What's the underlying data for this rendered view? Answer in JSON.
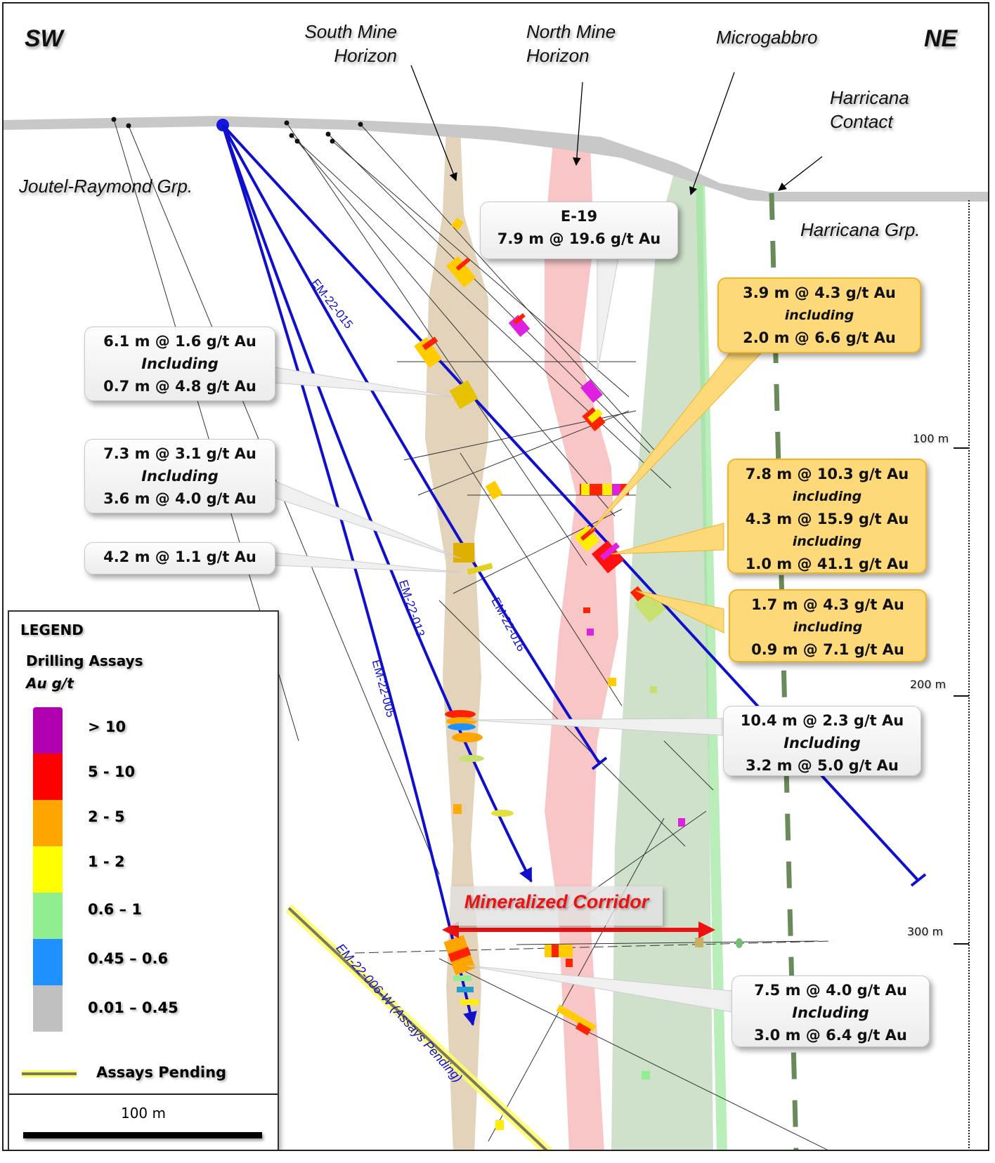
{
  "directions": {
    "left": "SW",
    "right": "NE"
  },
  "geology_labels": {
    "south_mine": [
      "South Mine",
      "Horizon"
    ],
    "north_mine": [
      "North Mine",
      "Horizon"
    ],
    "microgabbro": "Microgabbro",
    "harricana_contact": [
      "Harricana",
      "Contact"
    ],
    "joutel_raymond": "Joutel-Raymond Grp.",
    "harricana_grp": "Harricana Grp."
  },
  "drill_holes": [
    {
      "id": "EM-22-015",
      "label": "EM-22-015",
      "status": "assayed"
    },
    {
      "id": "EM-22-016",
      "label": "EM-22-016",
      "status": "assayed"
    },
    {
      "id": "EM-22-013",
      "label": "EM-22-013",
      "status": "assayed"
    },
    {
      "id": "EM-22-005",
      "label": "EM-22-005",
      "status": "assayed"
    },
    {
      "id": "EM-22-006-W",
      "label": "EM-22-006-W (Assays Pending)",
      "status": "pending"
    }
  ],
  "callouts": [
    {
      "id": "e19",
      "style": "grey",
      "lines": [
        {
          "t": "E-19",
          "i": false
        },
        {
          "t": "7.9 m @ 19.6 g/t Au",
          "i": false
        }
      ]
    },
    {
      "id": "c61",
      "style": "grey",
      "lines": [
        {
          "t": "6.1 m @ 1.6 g/t Au",
          "i": false
        },
        {
          "t": "Including",
          "i": true
        },
        {
          "t": "0.7 m @ 4.8 g/t Au",
          "i": false
        }
      ]
    },
    {
      "id": "c73",
      "style": "grey",
      "lines": [
        {
          "t": "7.3 m @ 3.1 g/t Au",
          "i": false
        },
        {
          "t": "Including",
          "i": true
        },
        {
          "t": "3.6 m @ 4.0 g/t Au",
          "i": false
        }
      ]
    },
    {
      "id": "c42",
      "style": "grey",
      "lines": [
        {
          "t": "4.2 m @ 1.1 g/t Au",
          "i": false
        }
      ]
    },
    {
      "id": "c39",
      "style": "gold",
      "lines": [
        {
          "t": "3.9 m @ 4.3 g/t Au",
          "i": false
        },
        {
          "t": "including",
          "i": true
        },
        {
          "t": "2.0 m @ 6.6 g/t Au",
          "i": false
        }
      ]
    },
    {
      "id": "c78",
      "style": "gold",
      "lines": [
        {
          "t": "7.8 m @ 10.3 g/t Au",
          "i": false
        },
        {
          "t": "including",
          "i": true
        },
        {
          "t": "4.3 m @ 15.9 g/t Au",
          "i": false
        },
        {
          "t": "including",
          "i": true
        },
        {
          "t": "1.0 m @ 41.1 g/t Au",
          "i": false
        }
      ]
    },
    {
      "id": "c17",
      "style": "gold",
      "lines": [
        {
          "t": "1.7 m @ 4.3 g/t Au",
          "i": false
        },
        {
          "t": "including",
          "i": true
        },
        {
          "t": "0.9 m @ 7.1 g/t Au",
          "i": false
        }
      ]
    },
    {
      "id": "c104",
      "style": "grey",
      "lines": [
        {
          "t": "10.4 m @ 2.3 g/t Au",
          "i": false
        },
        {
          "t": "Including",
          "i": true
        },
        {
          "t": "3.2 m @ 5.0 g/t Au",
          "i": false
        }
      ]
    },
    {
      "id": "c75",
      "style": "grey",
      "lines": [
        {
          "t": "7.5 m @ 4.0 g/t Au",
          "i": false
        },
        {
          "t": "Including",
          "i": true
        },
        {
          "t": "3.0 m @ 6.4 g/t Au",
          "i": false
        }
      ]
    }
  ],
  "mineralized_corridor": "Mineralized Corridor",
  "depth_scale": [
    {
      "label": "100 m",
      "depth_m": 100
    },
    {
      "label": "200 m",
      "depth_m": 200
    },
    {
      "label": "300 m",
      "depth_m": 300
    }
  ],
  "legend": {
    "title": "LEGEND",
    "subtitle": "Drilling Assays",
    "unit": "Au g/t",
    "bins": [
      {
        "label": "> 10",
        "color": "#b000b0"
      },
      {
        "label": "5 - 10",
        "color": "#ff0000"
      },
      {
        "label": "2 - 5",
        "color": "#ffa500"
      },
      {
        "label": "1 - 2",
        "color": "#ffff00"
      },
      {
        "label": "0.6 – 1",
        "color": "#90ee90"
      },
      {
        "label": "0.45 – 0.6",
        "color": "#1e90ff"
      },
      {
        "label": "0.01 – 0.45",
        "color": "#c0c0c0"
      }
    ],
    "pending_label": "Assays Pending",
    "scale_label": "100 m"
  },
  "colors": {
    "drillhole": "#1010cc",
    "south_mine": "#c8a878",
    "north_mine": "#f4a0a0",
    "microgabbro": "#a8c8a0",
    "harricana_contact": "#6a8a5a",
    "surface": "#c8c8c8",
    "corridor": "#ee1111"
  }
}
